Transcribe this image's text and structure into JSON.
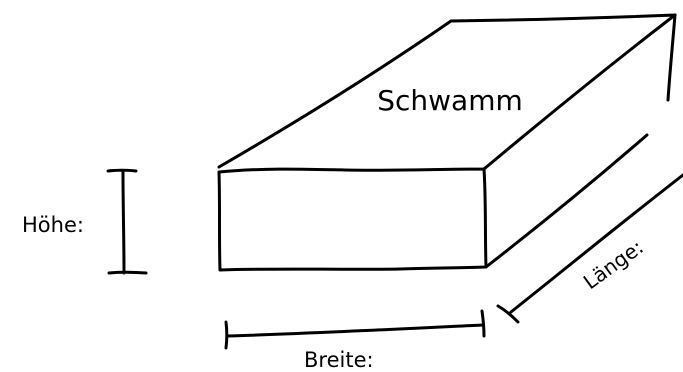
{
  "diagram": {
    "object_label": "Schwamm",
    "height_label": "Höhe:",
    "width_label": "Breite:",
    "length_label": "Länge:"
  },
  "colors": {
    "stroke": "#000000",
    "background": "#ffffff"
  }
}
